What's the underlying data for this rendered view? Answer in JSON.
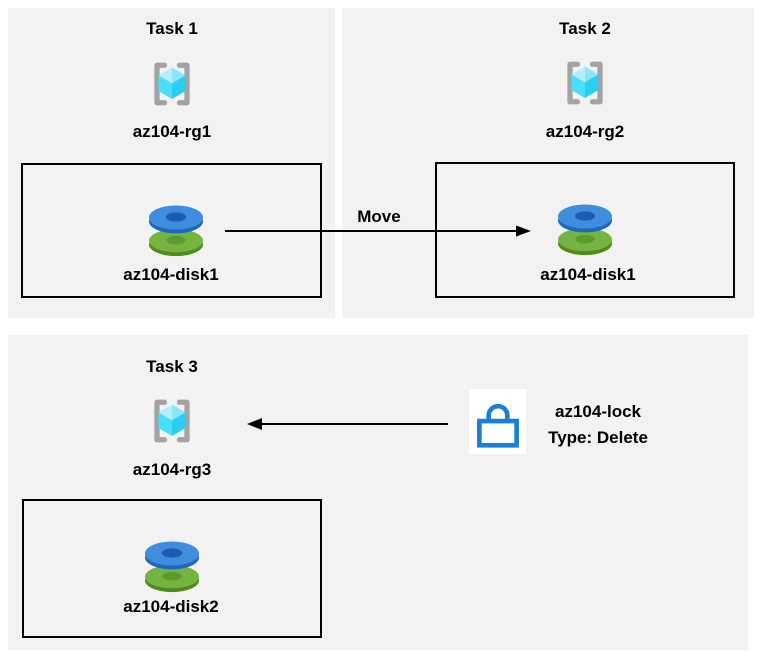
{
  "diagram": {
    "kind": "azure-resource-move-and-lock-tasks",
    "tasks": [
      {
        "title": "Task 1",
        "resource_group": "az104-rg1",
        "disk": "az104-disk1"
      },
      {
        "title": "Task 2",
        "resource_group": "az104-rg2",
        "disk": "az104-disk1"
      },
      {
        "title": "Task 3",
        "resource_group": "az104-rg3",
        "disk": "az104-disk2"
      }
    ]
  },
  "tasks": [
    {
      "title": "Task 1",
      "resource_group": "az104-rg1",
      "disk": "az104-disk1"
    },
    {
      "title": "Task 2",
      "resource_group": "az104-rg2",
      "disk": "az104-disk1"
    },
    {
      "title": "Task 3",
      "resource_group": "az104-rg3",
      "disk": "az104-disk2"
    }
  ],
  "connections": [
    {
      "label": "Move",
      "from": "az104-disk1",
      "to": "az104-rg2",
      "direction": "left-to-right"
    },
    {
      "label": "",
      "from": "az104-lock",
      "to": "az104-rg3",
      "direction": "right-to-left"
    }
  ],
  "lock": {
    "name": "az104-lock",
    "type_label": "Type: Delete"
  },
  "colors": {
    "panel": "#f2f2f2",
    "arrow": "#000000",
    "text": "#000000",
    "box_border": "#000000",
    "bracket": "#a3a3a3",
    "cube_top_left": "#b7eefb",
    "cube_top_right": "#8ae6f8",
    "cube_bottom_left": "#49dffa",
    "cube_bottom_right": "#2bcdf0",
    "disk_blue_top": "#3f8ede",
    "disk_blue_side": "#1f66c0",
    "disk_blue_hole": "#1a5cb0",
    "disk_green_top": "#76b441",
    "disk_green_side": "#4f8c17",
    "disk_green_hole": "#5c9a2c",
    "lock_blue": "#1b7fd9"
  }
}
